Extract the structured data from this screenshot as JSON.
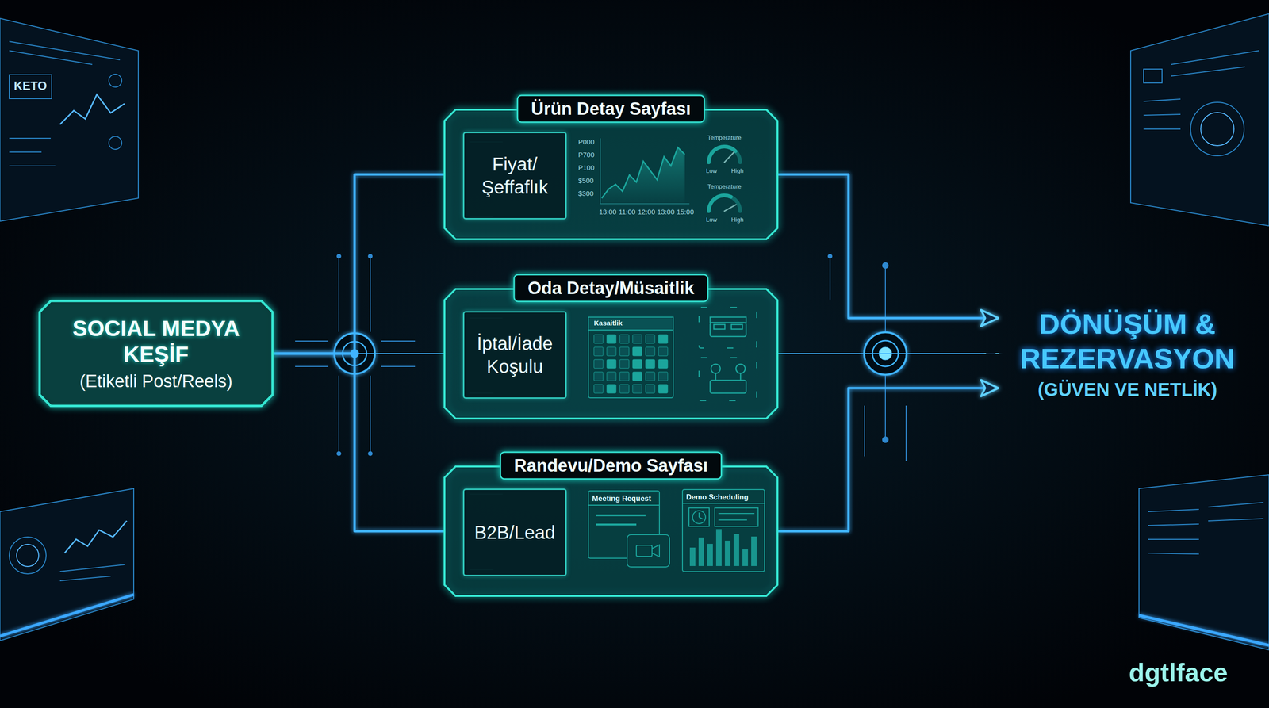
{
  "diagram": {
    "nodes": [
      {
        "text": [
          "SOCIAL MEDYA KEŞİF",
          "(Etiketli Post/Reels)"
        ]
      },
      {
        "text": [
          "Ürün Detay Sayfası"
        ]
      },
      {
        "text": [
          "Fiyat/ Şeffaflık"
        ],
        "in": 1
      },
      {
        "text": [
          "Oda Detay/Müsaitlik"
        ]
      },
      {
        "text": [
          "İptal/İade Koşulu"
        ],
        "in": 3
      },
      {
        "text": [
          "Randevu/Demo Sayfası"
        ]
      },
      {
        "text": [
          "B2B/Lead"
        ],
        "in": 5
      },
      {
        "text": [
          "DÖNÜŞÜM & REZERVASYON",
          "(GÜVEN VE NETLİK)"
        ]
      }
    ],
    "edges": [
      {
        "from": 0,
        "to": 1,
        "arrow": "none"
      },
      {
        "from": 0,
        "to": 3,
        "arrow": "none"
      },
      {
        "from": 0,
        "to": 5,
        "arrow": "none"
      },
      {
        "from": 1,
        "to": 7,
        "arrow": "to"
      },
      {
        "from": 3,
        "to": 7,
        "arrow": "to"
      },
      {
        "from": 5,
        "to": 7,
        "arrow": "to"
      }
    ],
    "labels": [
      "KETO",
      "P000",
      "P700",
      "P100",
      "$500",
      "$300",
      "13:00",
      "11:00",
      "12:00",
      "13:00",
      "15:00",
      "Temperature",
      "Low",
      "High",
      "Temperature",
      "Low",
      "High",
      "Kasaitlik",
      "Meeting Request",
      "Demo Scheduling",
      "dgtlface"
    ]
  }
}
